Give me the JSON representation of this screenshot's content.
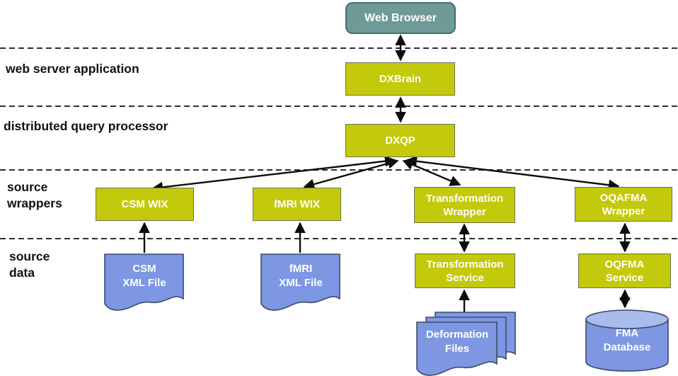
{
  "layer_labels": [
    "web server application",
    "distributed query processor",
    "source\nwrappers",
    "source\ndata"
  ],
  "nodes": {
    "web_browser": "Web Browser",
    "dxbrain": "DXBrain",
    "dxqp": "DXQP",
    "csm_wix": "CSM WIX",
    "fmri_wix": "fMRI WIX",
    "transformation_wrapper": "Transformation\nWrapper",
    "oqafma_wrapper": "OQAFMA\nWrapper",
    "csm_xml_file": "CSM\nXML File",
    "fmri_xml_file": "fMRI\nXML File",
    "transformation_service": "Transformation\nService",
    "oqfma_service": "OQFMA\nService",
    "deformation_files": "Deformation\nFiles",
    "fma_database": "FMA\nDatabase"
  },
  "colors": {
    "process_box_fill": "#c3c90b",
    "process_box_border": "#70705a",
    "browser_fill": "#6e9a97",
    "browser_border": "#41716d",
    "data_fill": "#7d97e3",
    "data_fill_light": "#a9bcee",
    "data_border": "#3b4a6b",
    "arrow_color": "#0d0d0d",
    "separator_color": "#2e2e2e",
    "label_color": "#111111",
    "text_color": "#ffffff"
  }
}
